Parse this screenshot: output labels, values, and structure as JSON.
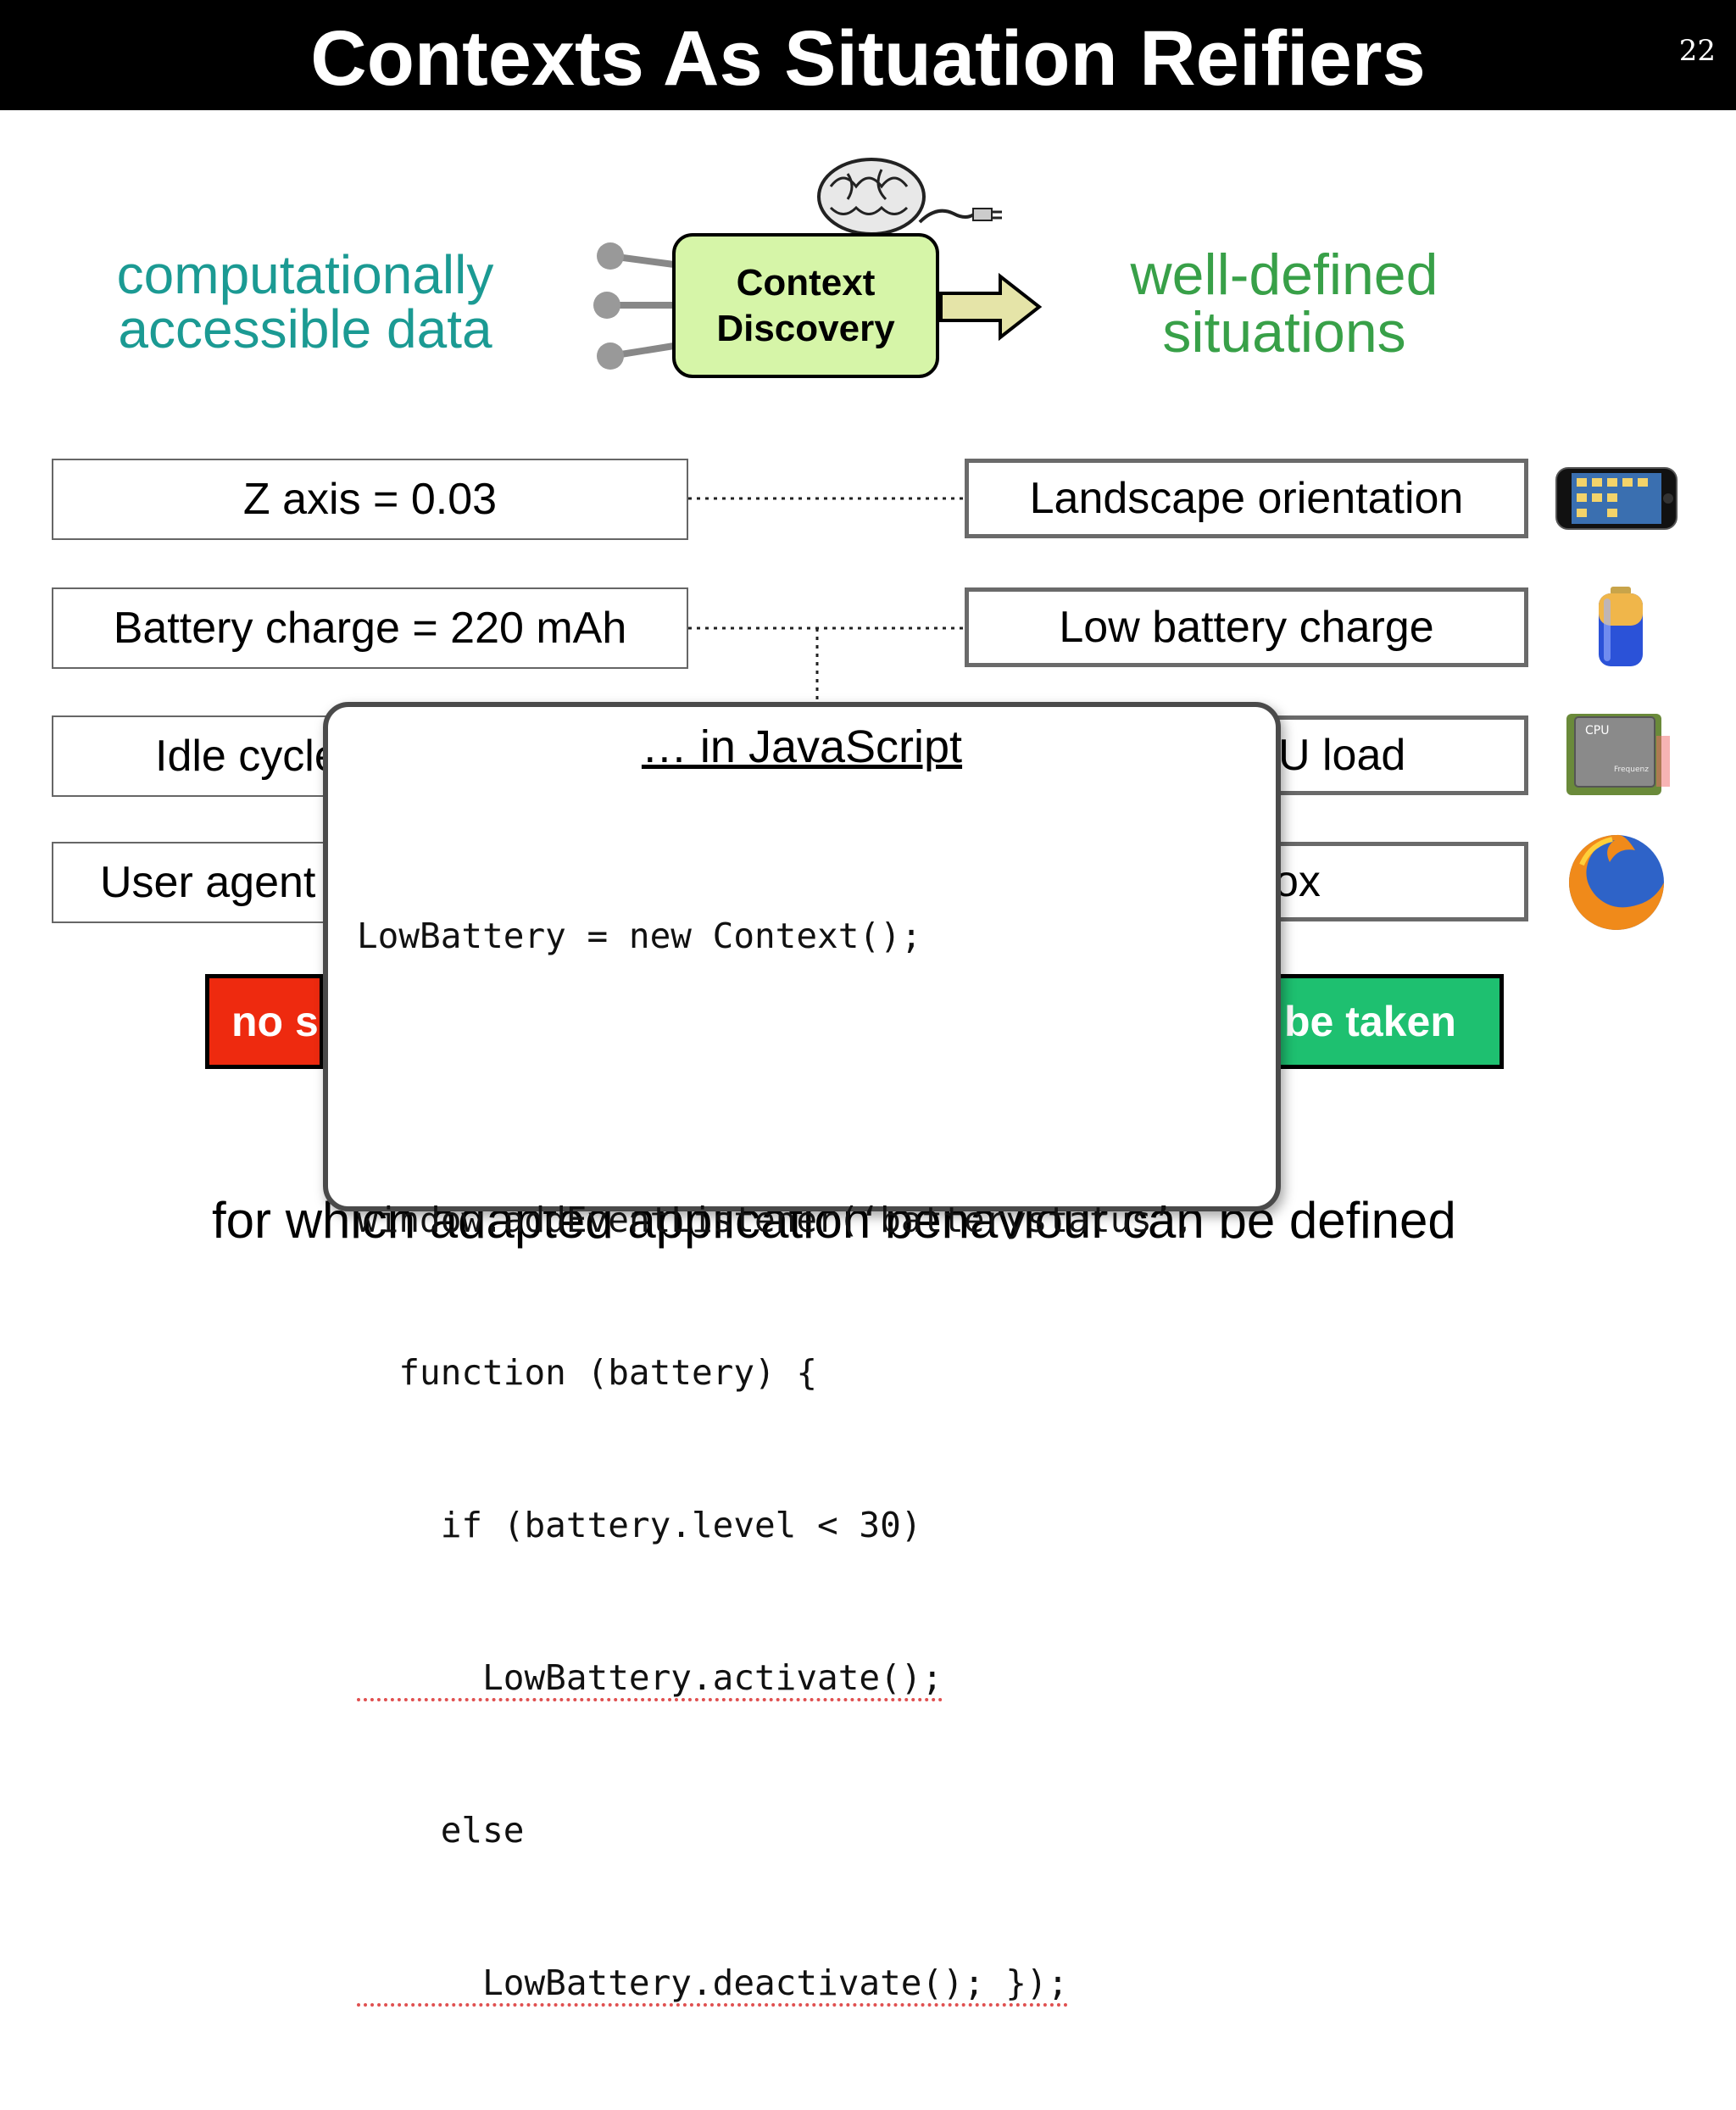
{
  "title": "Contexts As Situation Reifiers",
  "slide_number": "22",
  "diagram": {
    "left_heading_line1": "computationally",
    "left_heading_line2": "accessible data",
    "center_line1": "Context",
    "center_line2": "Discovery",
    "right_heading_line1": "well-defined",
    "right_heading_line2": "situations"
  },
  "data_rows": [
    {
      "data": "Z axis = 0.03",
      "situation": "Landscape orientation",
      "icon": "smartphone-icon"
    },
    {
      "data": "Battery charge = 220 mAh",
      "situation": "Low battery charge",
      "icon": "battery-icon"
    },
    {
      "data": "Idle cycle",
      "situation": "U load",
      "icon": "cpu-icon"
    },
    {
      "data": "User agent",
      "situation": "ox",
      "icon": "firefox-icon"
    }
  ],
  "status": {
    "left_label": "no s",
    "right_label": "be taken",
    "left_color": "#ee2a0f",
    "right_color": "#1ec070"
  },
  "bottom_text": "for which adapted application behaviour can be defined",
  "popup": {
    "title": "… in JavaScript",
    "code": [
      "LowBattery = new Context();",
      "",
      "window.addEventListener(‘batterystatus’,",
      "  function (battery) {",
      "    if (battery.level < 30)",
      "      LowBattery.activate();",
      "    else",
      "      LowBattery.deactivate(); });"
    ]
  },
  "colors": {
    "teal": "#1b9a93",
    "green": "#38a048",
    "context_box": "#d6f5a8",
    "arrow": "#e5e4a8"
  }
}
